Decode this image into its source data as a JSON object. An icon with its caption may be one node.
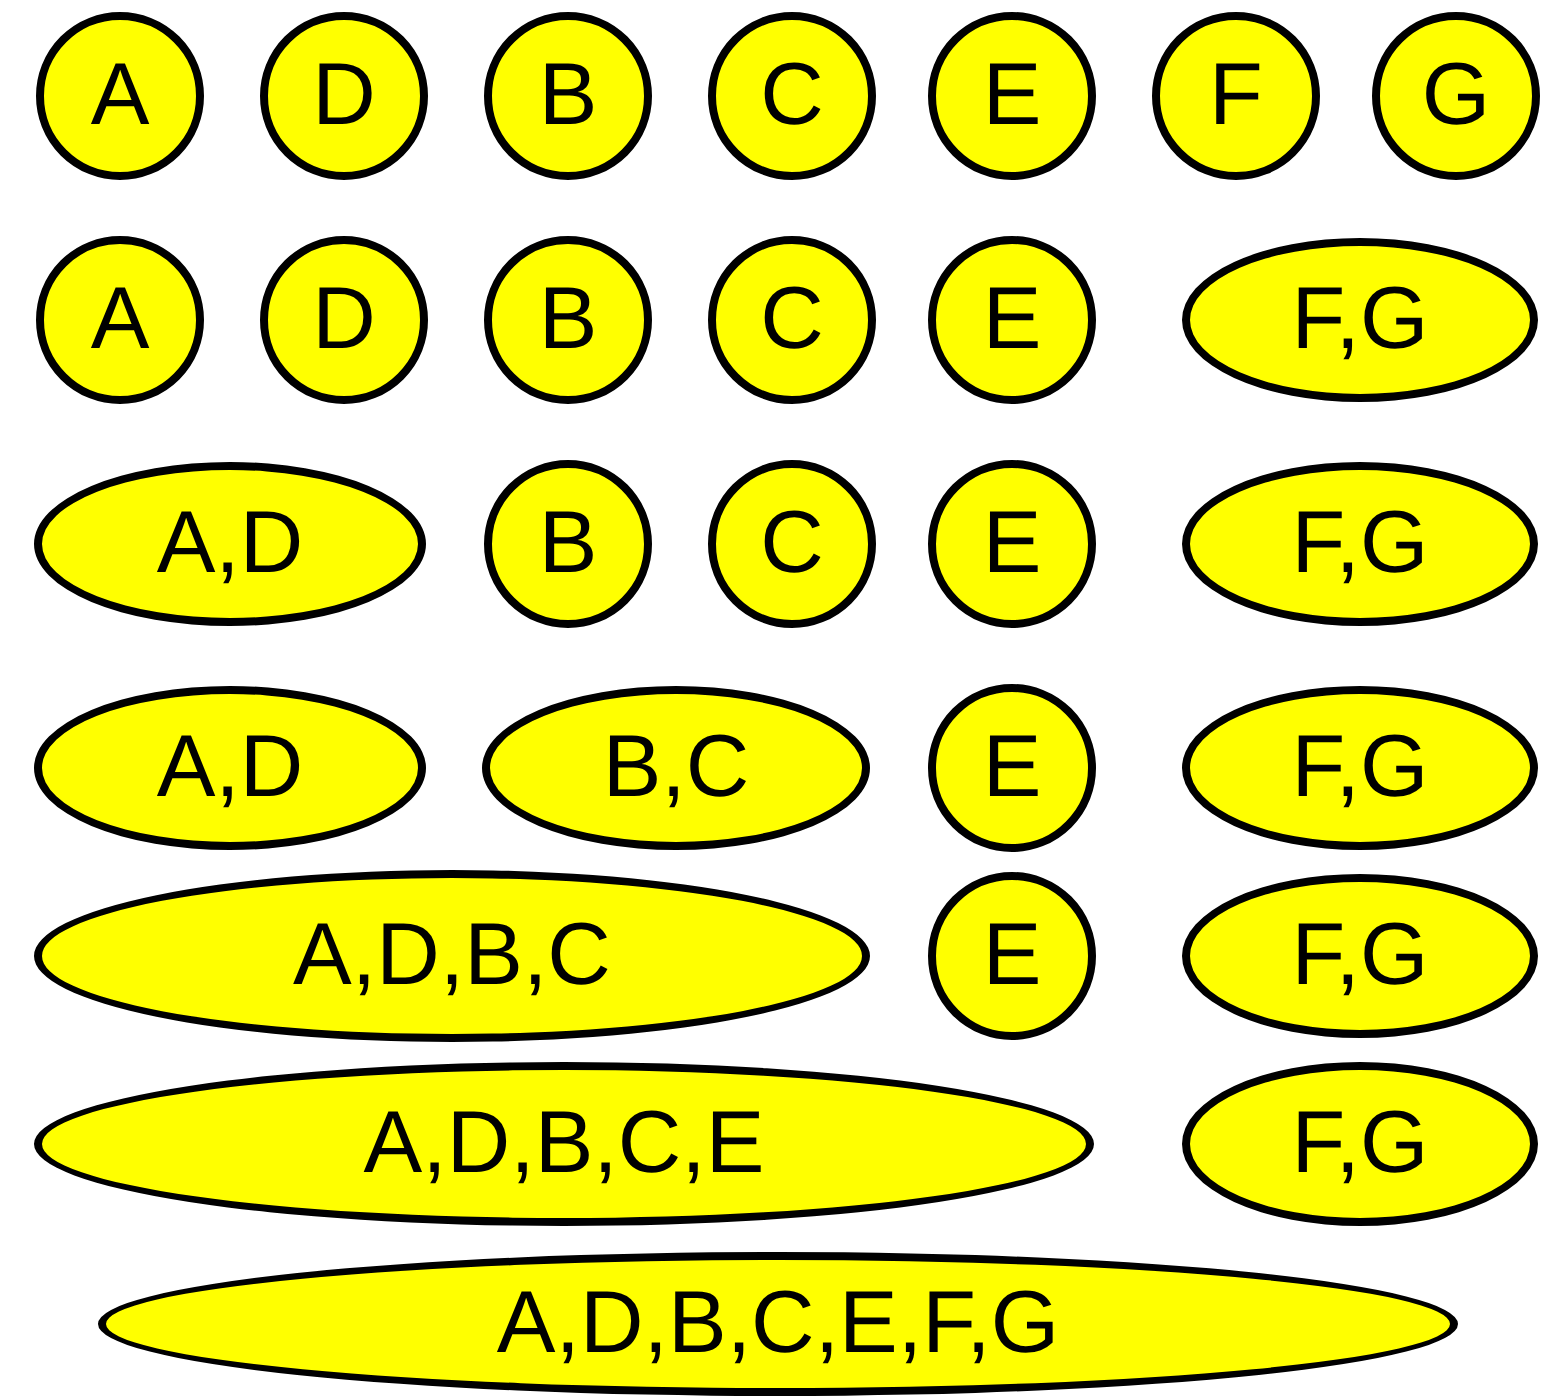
{
  "diagram": {
    "nodes": [
      {
        "text": [
          "A"
        ]
      },
      {
        "text": [
          "D"
        ]
      },
      {
        "text": [
          "B"
        ]
      },
      {
        "text": [
          "C"
        ]
      },
      {
        "text": [
          "E"
        ]
      },
      {
        "text": [
          "F"
        ]
      },
      {
        "text": [
          "G"
        ]
      },
      {
        "text": [
          "A"
        ]
      },
      {
        "text": [
          "D"
        ]
      },
      {
        "text": [
          "B"
        ]
      },
      {
        "text": [
          "C"
        ]
      },
      {
        "text": [
          "E"
        ]
      },
      {
        "text": [
          "F,G"
        ]
      },
      {
        "text": [
          "A,D"
        ]
      },
      {
        "text": [
          "B"
        ]
      },
      {
        "text": [
          "C"
        ]
      },
      {
        "text": [
          "E"
        ]
      },
      {
        "text": [
          "F,G"
        ]
      },
      {
        "text": [
          "A,D"
        ]
      },
      {
        "text": [
          "B,C"
        ]
      },
      {
        "text": [
          "E"
        ]
      },
      {
        "text": [
          "F,G"
        ]
      },
      {
        "text": [
          "A,D,B,C"
        ]
      },
      {
        "text": [
          "E"
        ]
      },
      {
        "text": [
          "F,G"
        ]
      },
      {
        "text": [
          "A,D,B,C,E"
        ]
      },
      {
        "text": [
          "F,G"
        ]
      },
      {
        "text": [
          "A,D,B,C,E,F,G"
        ]
      }
    ]
  }
}
